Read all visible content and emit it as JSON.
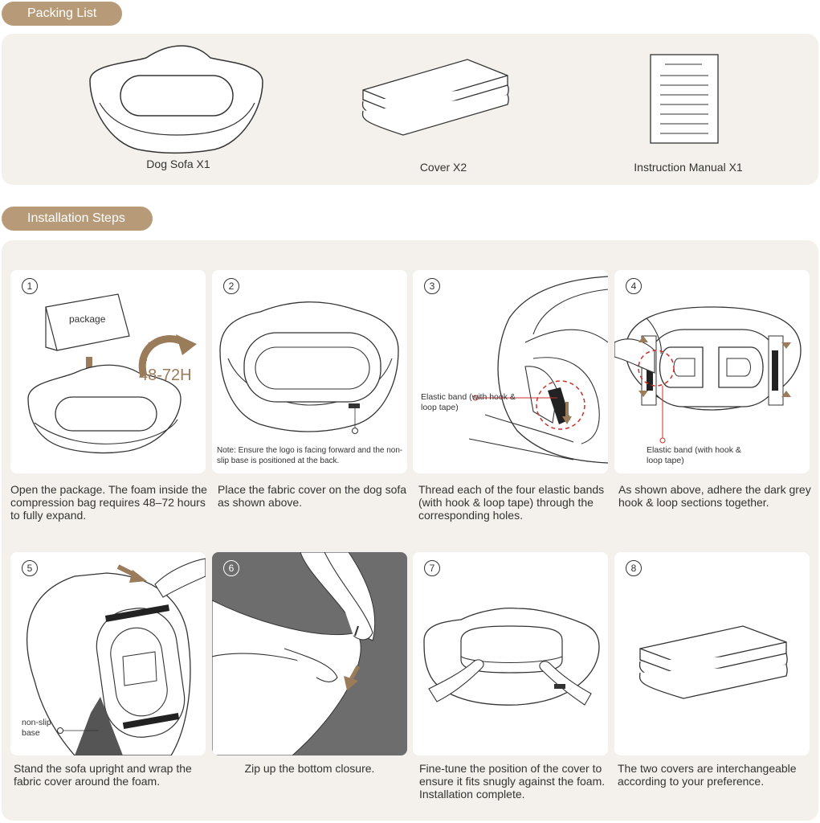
{
  "sections": {
    "packing_title": "Packing List",
    "install_title": "Installation Steps"
  },
  "packing": [
    {
      "label": "Dog Sofa  X1"
    },
    {
      "label": "Cover X2"
    },
    {
      "label": "Instruction Manual X1"
    }
  ],
  "steps": [
    {
      "num": "1",
      "caption": "Open the package. The foam inside the compression bag requires 48–72 hours to fully expand.",
      "package_label": "package",
      "time_label": "48-72H"
    },
    {
      "num": "2",
      "caption": "Place the fabric cover on the dog sofa as shown above.",
      "note": "Note: Ensure the logo is facing forward and the non-slip base is positioned at the back."
    },
    {
      "num": "3",
      "caption": "Thread each of the four elastic bands (with hook & loop tape) through the corresponding holes.",
      "callout": "Elastic band (with hook & loop tape)"
    },
    {
      "num": "4",
      "caption": "As shown above, adhere the dark grey hook & loop sections together.",
      "callout": "Elastic band (with hook & loop tape)"
    },
    {
      "num": "5",
      "caption": "Stand the sofa upright and wrap the fabric cover around the foam.",
      "callout": "non-slip base"
    },
    {
      "num": "6",
      "caption": "Zip up the bottom closure."
    },
    {
      "num": "7",
      "caption": "Fine-tune the position of the cover to ensure it fits snugly against the foam. Installation complete."
    },
    {
      "num": "8",
      "caption": "The two covers are interchangeable according to your preference."
    }
  ],
  "colors": {
    "accent": "#b79b78",
    "panel": "#f4f1ec",
    "callout_red": "#c9302c"
  }
}
